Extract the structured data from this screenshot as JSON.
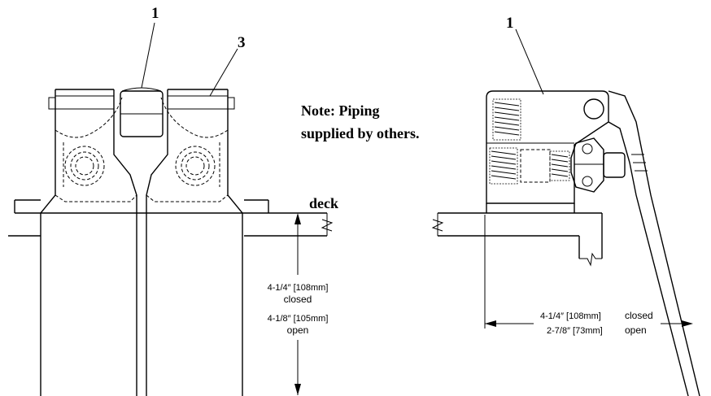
{
  "callouts": {
    "left_part_1": "1",
    "left_part_3": "3",
    "right_part_1": "1"
  },
  "note": {
    "line1": "Note: Piping",
    "line2": "supplied by others."
  },
  "deck_label": "deck",
  "left_dimension": {
    "line1": "4-1/4″ [108mm]",
    "line2": "closed",
    "line3": "4-1/8″ [105mm]",
    "line4": "open"
  },
  "right_dimension": {
    "line1_value": "4-1/4″ [108mm]",
    "line1_state": "closed",
    "line2_value": "2-7/8″ [73mm]",
    "line2_state": "open"
  }
}
